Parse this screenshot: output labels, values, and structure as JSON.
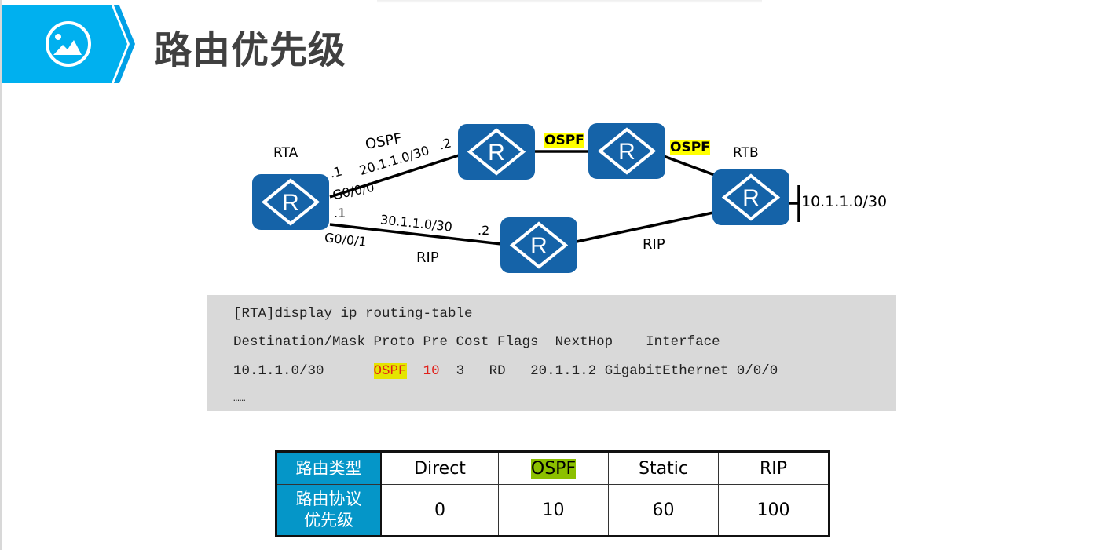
{
  "header": {
    "title": "路由优先级",
    "icon": "image-icon",
    "accent": "#00b0ef"
  },
  "diagram": {
    "routers": [
      {
        "name": "RTA",
        "glyph": "R"
      },
      {
        "name": "",
        "glyph": "R"
      },
      {
        "name": "",
        "glyph": "R"
      },
      {
        "name": "RTB",
        "glyph": "R"
      },
      {
        "name": "",
        "glyph": "R"
      }
    ],
    "router_color": "#1563a8",
    "labels": {
      "ospf_top": "OSPF",
      "net_top": "20.1.1.0/30",
      "rta_top_ip": ".1",
      "r2_ip": ".2",
      "rta_g000": "G0/0/0",
      "rta_bottom_ip": ".1",
      "net_bottom": "30.1.1.0/30",
      "r5_ip": ".2",
      "rta_g001": "G0/0/1",
      "rip_left": "RIP",
      "ospf_mid": "OSPF",
      "ospf_right": "OSPF",
      "rip_right": "RIP",
      "rtb_net": "10.1.1.0/30"
    }
  },
  "cli": {
    "command": "[RTA]display ip routing-table",
    "headers": "Destination/Mask Proto Pre Cost Flags  NextHop    Interface",
    "row": {
      "dest": "10.1.1.0/30",
      "proto": "OSPF",
      "pre": "10",
      "cost": "3",
      "flags": "RD",
      "nexthop": "20.1.1.2",
      "iface": "GigabitEthernet 0/0/0"
    },
    "more": "……"
  },
  "table": {
    "row1_header": "路由类型",
    "row2_header_l1": "路由协议",
    "row2_header_l2": "优先级",
    "types": [
      "Direct",
      "OSPF",
      "Static",
      "RIP"
    ],
    "priorities": [
      "0",
      "10",
      "60",
      "100"
    ]
  }
}
